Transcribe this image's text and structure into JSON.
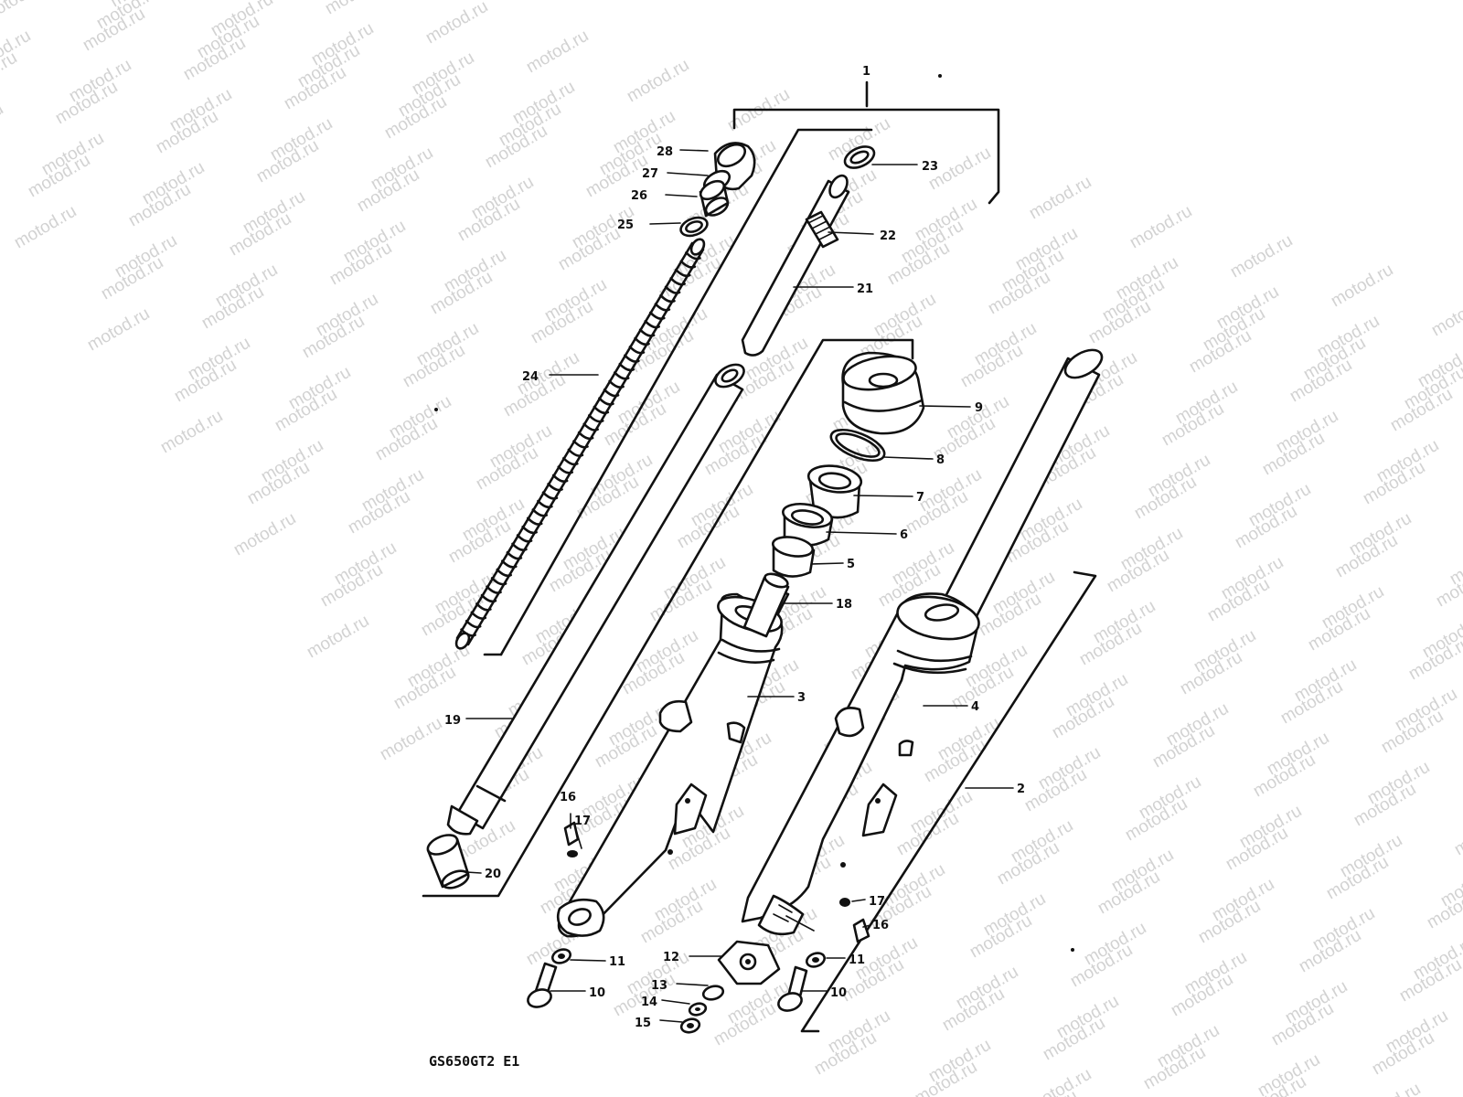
{
  "watermark": {
    "text": "motod.ru"
  },
  "caption": "GS650GT2 E1",
  "callouts": {
    "c1": "1",
    "c2": "2",
    "c3": "3",
    "c4": "4",
    "c5": "5",
    "c6": "6",
    "c7": "7",
    "c8": "8",
    "c9": "9",
    "c10a": "10",
    "c10b": "10",
    "c11a": "11",
    "c11b": "11",
    "c12": "12",
    "c13": "13",
    "c14": "14",
    "c15": "15",
    "c16a": "16",
    "c16b": "16",
    "c17a": "17",
    "c17b": "17",
    "c18": "18",
    "c19": "19",
    "c20": "20",
    "c21": "21",
    "c22": "22",
    "c23": "23",
    "c24": "24",
    "c25": "25",
    "c26": "26",
    "c27": "27",
    "c28": "28"
  },
  "colors": {
    "ink": "#111111",
    "watermark": "#d2d2d2",
    "paper": "#ffffff"
  }
}
